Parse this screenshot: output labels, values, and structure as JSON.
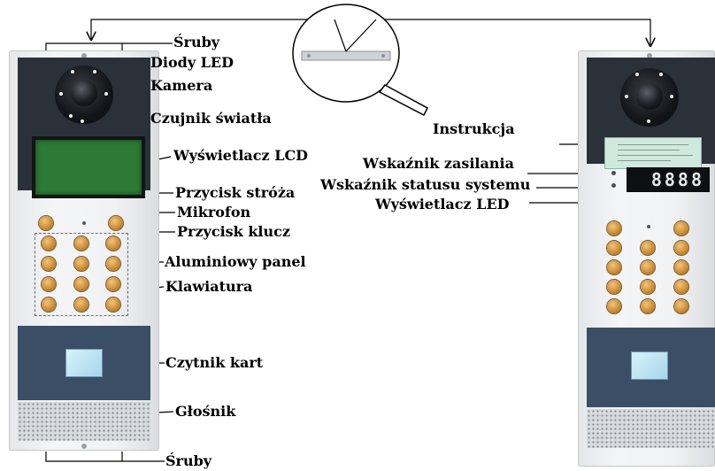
{
  "labels": {
    "screws_top": "Śruby",
    "led_diodes": "Diody LED",
    "camera": "Kamera",
    "light_sensor": "Czujnik światła",
    "lcd_display": "Wyświetlacz LCD",
    "guard_button": "Przycisk stróża",
    "microphone": "Mikrofon",
    "key_button": "Przycisk klucz",
    "aluminium_panel": "Aluminiowy panel",
    "keypad": "Klawiatura",
    "card_reader": "Czytnik kart",
    "speaker": "Głośnik",
    "screws_bottom": "Śruby",
    "instruction": "Instrukcja",
    "power_indicator": "Wskaźnik zasilania",
    "system_status_indicator": "Wskaźnik statusu systemu",
    "led_display": "Wyświetlacz LED"
  },
  "led_display_value": "8888",
  "colors": {
    "panel": "#eef0f2",
    "top_block": "#2a3138",
    "lcd": "#2c7a36",
    "key": "#d79a45",
    "reader": "#3a4f66",
    "card": "#bfe6f3"
  }
}
